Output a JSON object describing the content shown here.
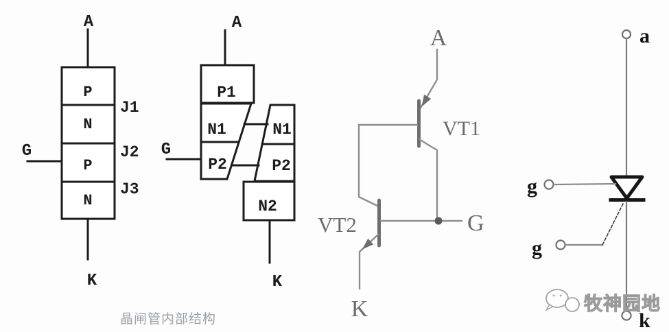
{
  "caption": "晶闸管内部结构",
  "watermark": "牧神园地",
  "colors": {
    "ink": "#1c1c1c",
    "circuit_wire_gray": "#8e8e8e",
    "circuit_label_gray": "#6b6b6b",
    "symbol_black": "#161616",
    "caption_gray": "#9ba2a9"
  },
  "pnpn_stack": {
    "anode": "A",
    "gate": "G",
    "cathode": "K",
    "layers": [
      "P",
      "N",
      "P",
      "N"
    ],
    "junctions": [
      "J1",
      "J2",
      "J3"
    ]
  },
  "split_stack": {
    "anode": "A",
    "gate": "G",
    "cathode": "K",
    "left_layers": [
      "P1",
      "N1",
      "P2"
    ],
    "right_layers": [
      "N1",
      "P2",
      "N2"
    ]
  },
  "two_transistor": {
    "anode": "A",
    "gate": "G",
    "cathode": "K",
    "vt1": "VT1",
    "vt2": "VT2"
  },
  "symbol": {
    "anode": "a",
    "gate_upper": "g",
    "gate_lower": "g",
    "cathode": "k"
  }
}
